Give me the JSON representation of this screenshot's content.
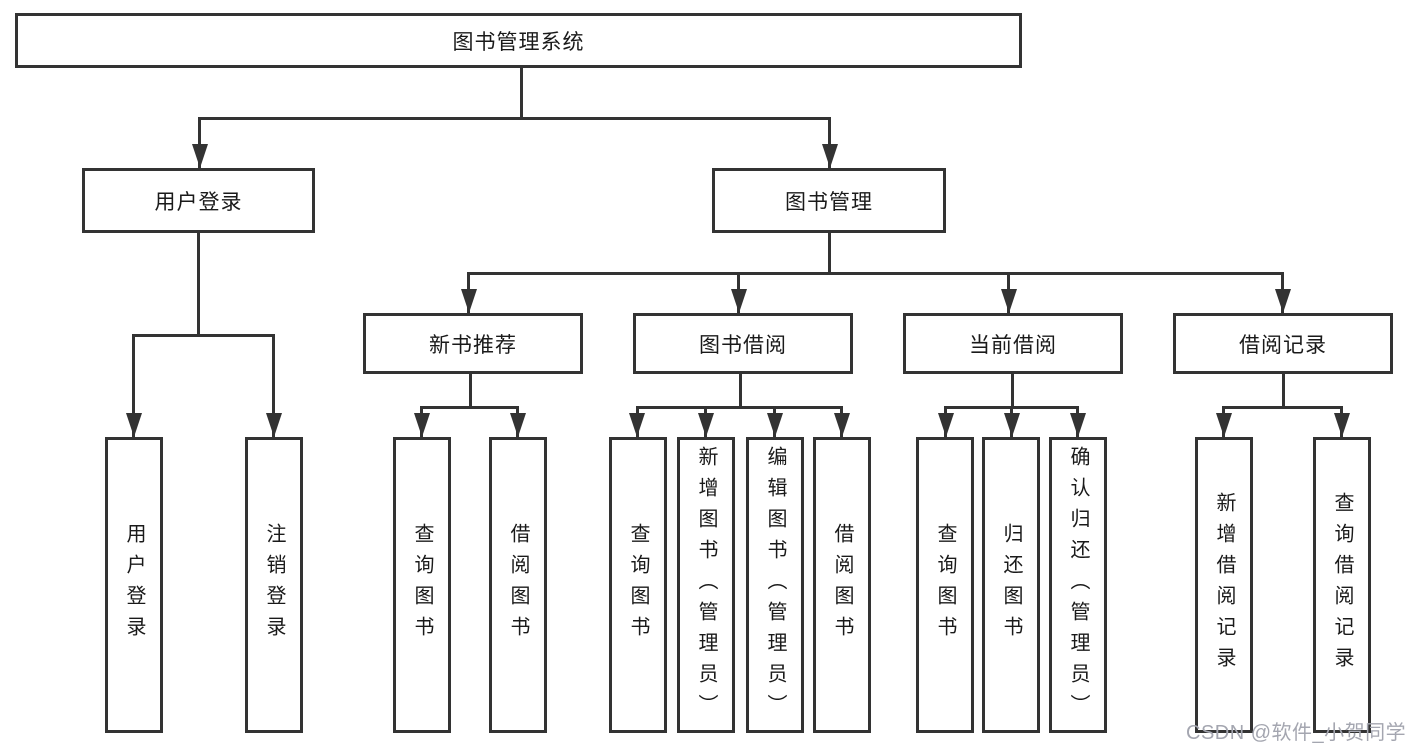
{
  "diagram": {
    "root": {
      "label": "图书管理系统"
    },
    "level2": [
      {
        "label": "用户登录"
      },
      {
        "label": "图书管理"
      }
    ],
    "level3": [
      {
        "label": "新书推荐"
      },
      {
        "label": "图书借阅"
      },
      {
        "label": "当前借阅"
      },
      {
        "label": "借阅记录"
      }
    ],
    "leaves": [
      {
        "label": "用户登录"
      },
      {
        "label": "注销登录"
      },
      {
        "label": "查询图书"
      },
      {
        "label": "借阅图书"
      },
      {
        "label": "查询图书"
      },
      {
        "label": "新增图书（管理员）"
      },
      {
        "label": "编辑图书（管理员）"
      },
      {
        "label": "借阅图书"
      },
      {
        "label": "查询图书"
      },
      {
        "label": "归还图书"
      },
      {
        "label": "确认归还（管理员）"
      },
      {
        "label": "新增借阅记录"
      },
      {
        "label": "查询借阅记录"
      }
    ],
    "watermark": "CSDN @软件_小贺同学",
    "colors": {
      "line": "#333333",
      "text": "#1a1a1a",
      "watermark": "#a4a6b0",
      "background": "#ffffff"
    }
  }
}
